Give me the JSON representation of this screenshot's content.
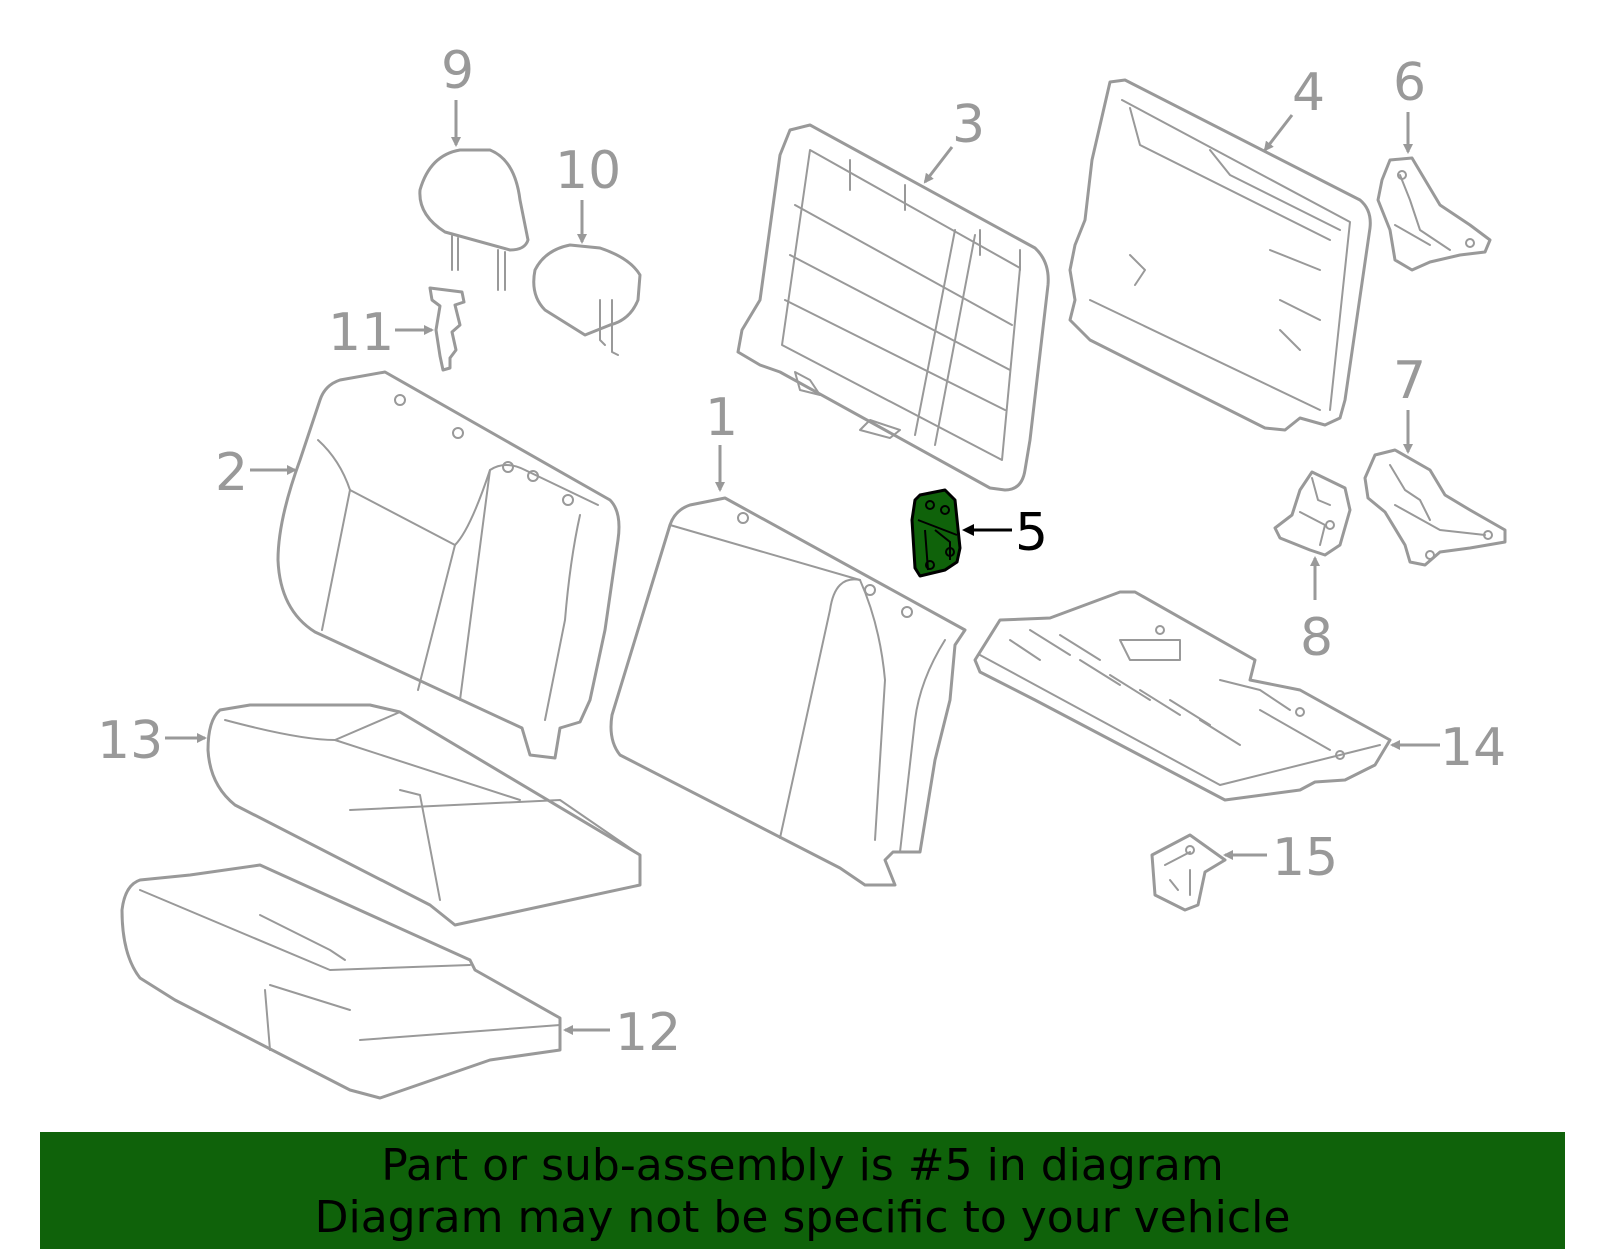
{
  "highlight_color": "#0f620a",
  "line_color": "#999999",
  "highlighted_part": "5",
  "callouts": [
    {
      "id": "c1",
      "label": "1"
    },
    {
      "id": "c2",
      "label": "2"
    },
    {
      "id": "c3",
      "label": "3"
    },
    {
      "id": "c4",
      "label": "4"
    },
    {
      "id": "c5",
      "label": "5"
    },
    {
      "id": "c6",
      "label": "6"
    },
    {
      "id": "c7",
      "label": "7"
    },
    {
      "id": "c8",
      "label": "8"
    },
    {
      "id": "c9",
      "label": "9"
    },
    {
      "id": "c10",
      "label": "10"
    },
    {
      "id": "c11",
      "label": "11"
    },
    {
      "id": "c12",
      "label": "12"
    },
    {
      "id": "c13",
      "label": "13"
    },
    {
      "id": "c14",
      "label": "14"
    },
    {
      "id": "c15",
      "label": "15"
    }
  ],
  "banner": {
    "line1": "Part or sub-assembly is #5 in diagram",
    "line2": "Diagram may not be specific to your vehicle"
  }
}
